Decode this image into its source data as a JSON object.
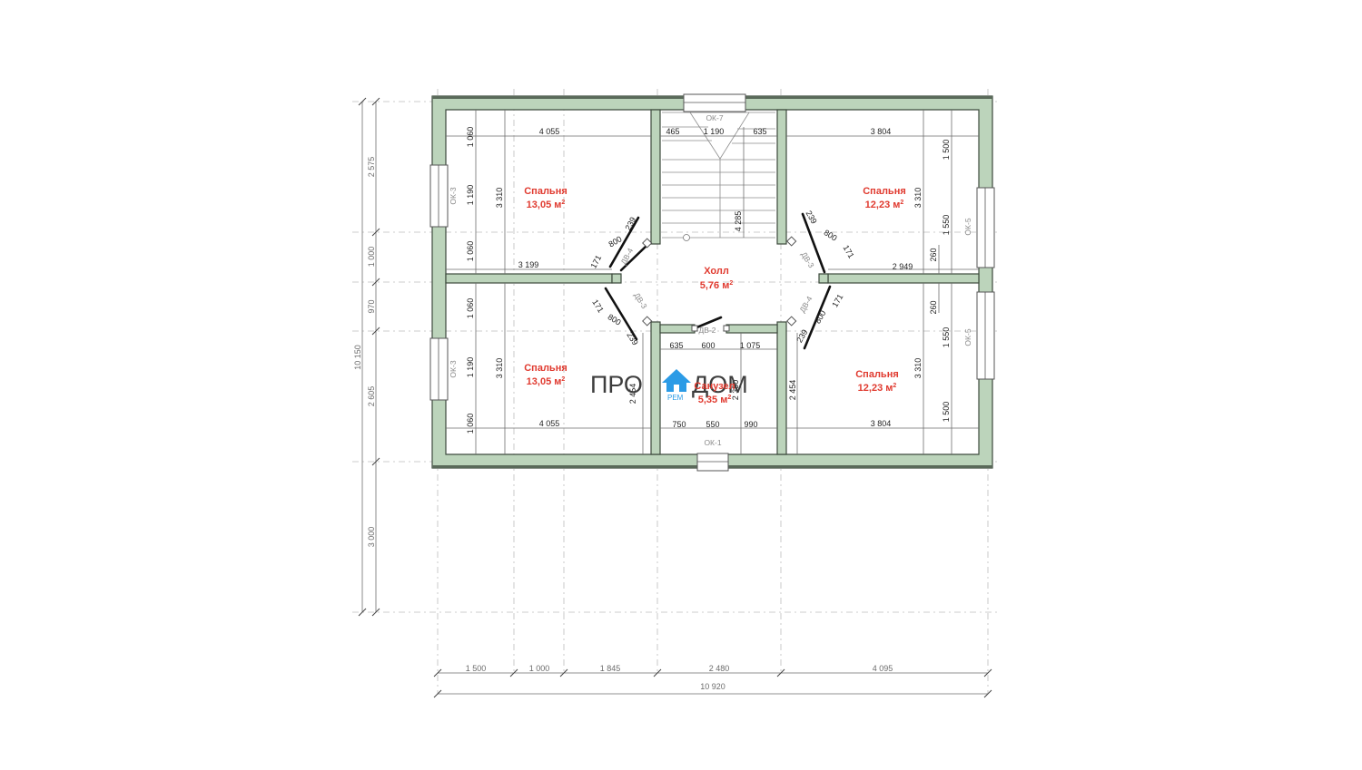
{
  "rooms": {
    "bed_tl": {
      "name": "Спальня",
      "area": "13,05 м",
      "sup": "2"
    },
    "bed_tr": {
      "name": "Спальня",
      "area": "12,23 м",
      "sup": "2"
    },
    "bed_bl": {
      "name": "Спальня",
      "area": "13,05 м",
      "sup": "2"
    },
    "bed_br": {
      "name": "Спальня",
      "area": "12,23 м",
      "sup": "2"
    },
    "hall": {
      "name": "Холл",
      "area": "5,76 м",
      "sup": "2"
    },
    "bath": {
      "name": "Санузел",
      "area": "5,35 м",
      "sup": "2"
    }
  },
  "openings": {
    "ok7": "ОК-7",
    "ok1": "ОК-1",
    "ok3_top": "ОК-3",
    "ok3_bot": "ОК-3",
    "ok5_top": "ОК-5",
    "ok5_bot": "ОК-5",
    "dv4_left": "ДВ-4",
    "dv3_left": "ДВ-3",
    "dv3_right": "ДВ-3",
    "dv4_right": "ДВ-4",
    "dv2": "ДВ-2"
  },
  "watermark": {
    "pro": "ПРО",
    "dom": "ДОМ",
    "rem": "РЕМ"
  },
  "dims": {
    "bottom_axes": [
      "1 500",
      "1 000",
      "1 845",
      "2 480",
      "4 095"
    ],
    "bottom_total": "10 920",
    "left_axes": [
      "2 575",
      "1 000",
      "970",
      "2 605",
      "3 000"
    ],
    "left_total": "10 150",
    "tl_width": "4 055",
    "tl_door": "3 199",
    "tl_h1": "1 060",
    "tl_h2": "1 190",
    "tl_h3": "1 060",
    "tl_h": "3 310",
    "bl_width": "4 055",
    "bl_h1": "1 060",
    "bl_h2": "1 190",
    "bl_h3": "1 060",
    "bl_h": "3 310",
    "bl_side": "2 454",
    "st_a": "465",
    "st_b": "1 190",
    "st_c": "635",
    "st_len": "4 285",
    "tr_width": "3 804",
    "tr_door": "2 949",
    "tr_h1": "1 500",
    "tr_h2": "1 550",
    "tr_h3": "260",
    "tr_h": "3 310",
    "br_width": "3 804",
    "br_h1": "260",
    "br_h2": "1 550",
    "br_h3": "1 500",
    "br_h": "3 310",
    "br_side": "2 454",
    "ba_t1": "635",
    "ba_t2": "600",
    "ba_t3": "1 075",
    "ba_b1": "750",
    "ba_b2": "550",
    "ba_b3": "990",
    "ba_side": "2 350",
    "door_a": "239",
    "door_b": "800",
    "door_c": "171"
  }
}
